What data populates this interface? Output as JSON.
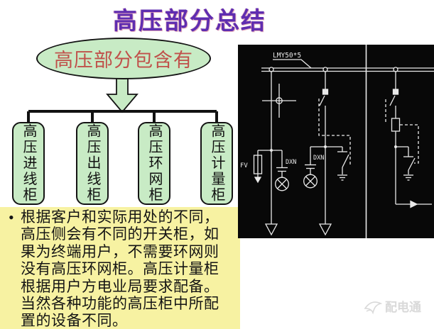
{
  "slide": {
    "title": "高压部分总结"
  },
  "flow": {
    "root_label": "高压部分包含有",
    "boxes": [
      {
        "label": "高压进线柜"
      },
      {
        "label": "高压出线柜"
      },
      {
        "label": "高压环网柜"
      },
      {
        "label": "高压计量柜"
      }
    ]
  },
  "notes": {
    "bullet": "•",
    "lines": [
      "根据客户和实际用处的不同，",
      "高压侧会有不同的开关柜，如",
      "果为终端用户，不需要环网则",
      "没有高压环网柜。高压计量柜",
      "根据用户方电业局要求配备。",
      "当然各种功能的高压柜中所配",
      "置的设备不同。"
    ]
  },
  "diagram": {
    "busbar_label": "LMY50*5",
    "fuse_label": "FV",
    "vt_label_1": "DXN",
    "vt_label_2": "DXN"
  },
  "watermark": {
    "text": "配电通"
  },
  "colors": {
    "title-color": "#5f2db0",
    "shape-fill": "#c8ebc5",
    "shape-border": "#141414",
    "ellipse-text": "#c0504a",
    "notes-bg": "#f7f2a2",
    "diagram-bg": "#080808",
    "diagram-line": "#e9e9e9",
    "watermark-color": "#d9d9d9"
  }
}
